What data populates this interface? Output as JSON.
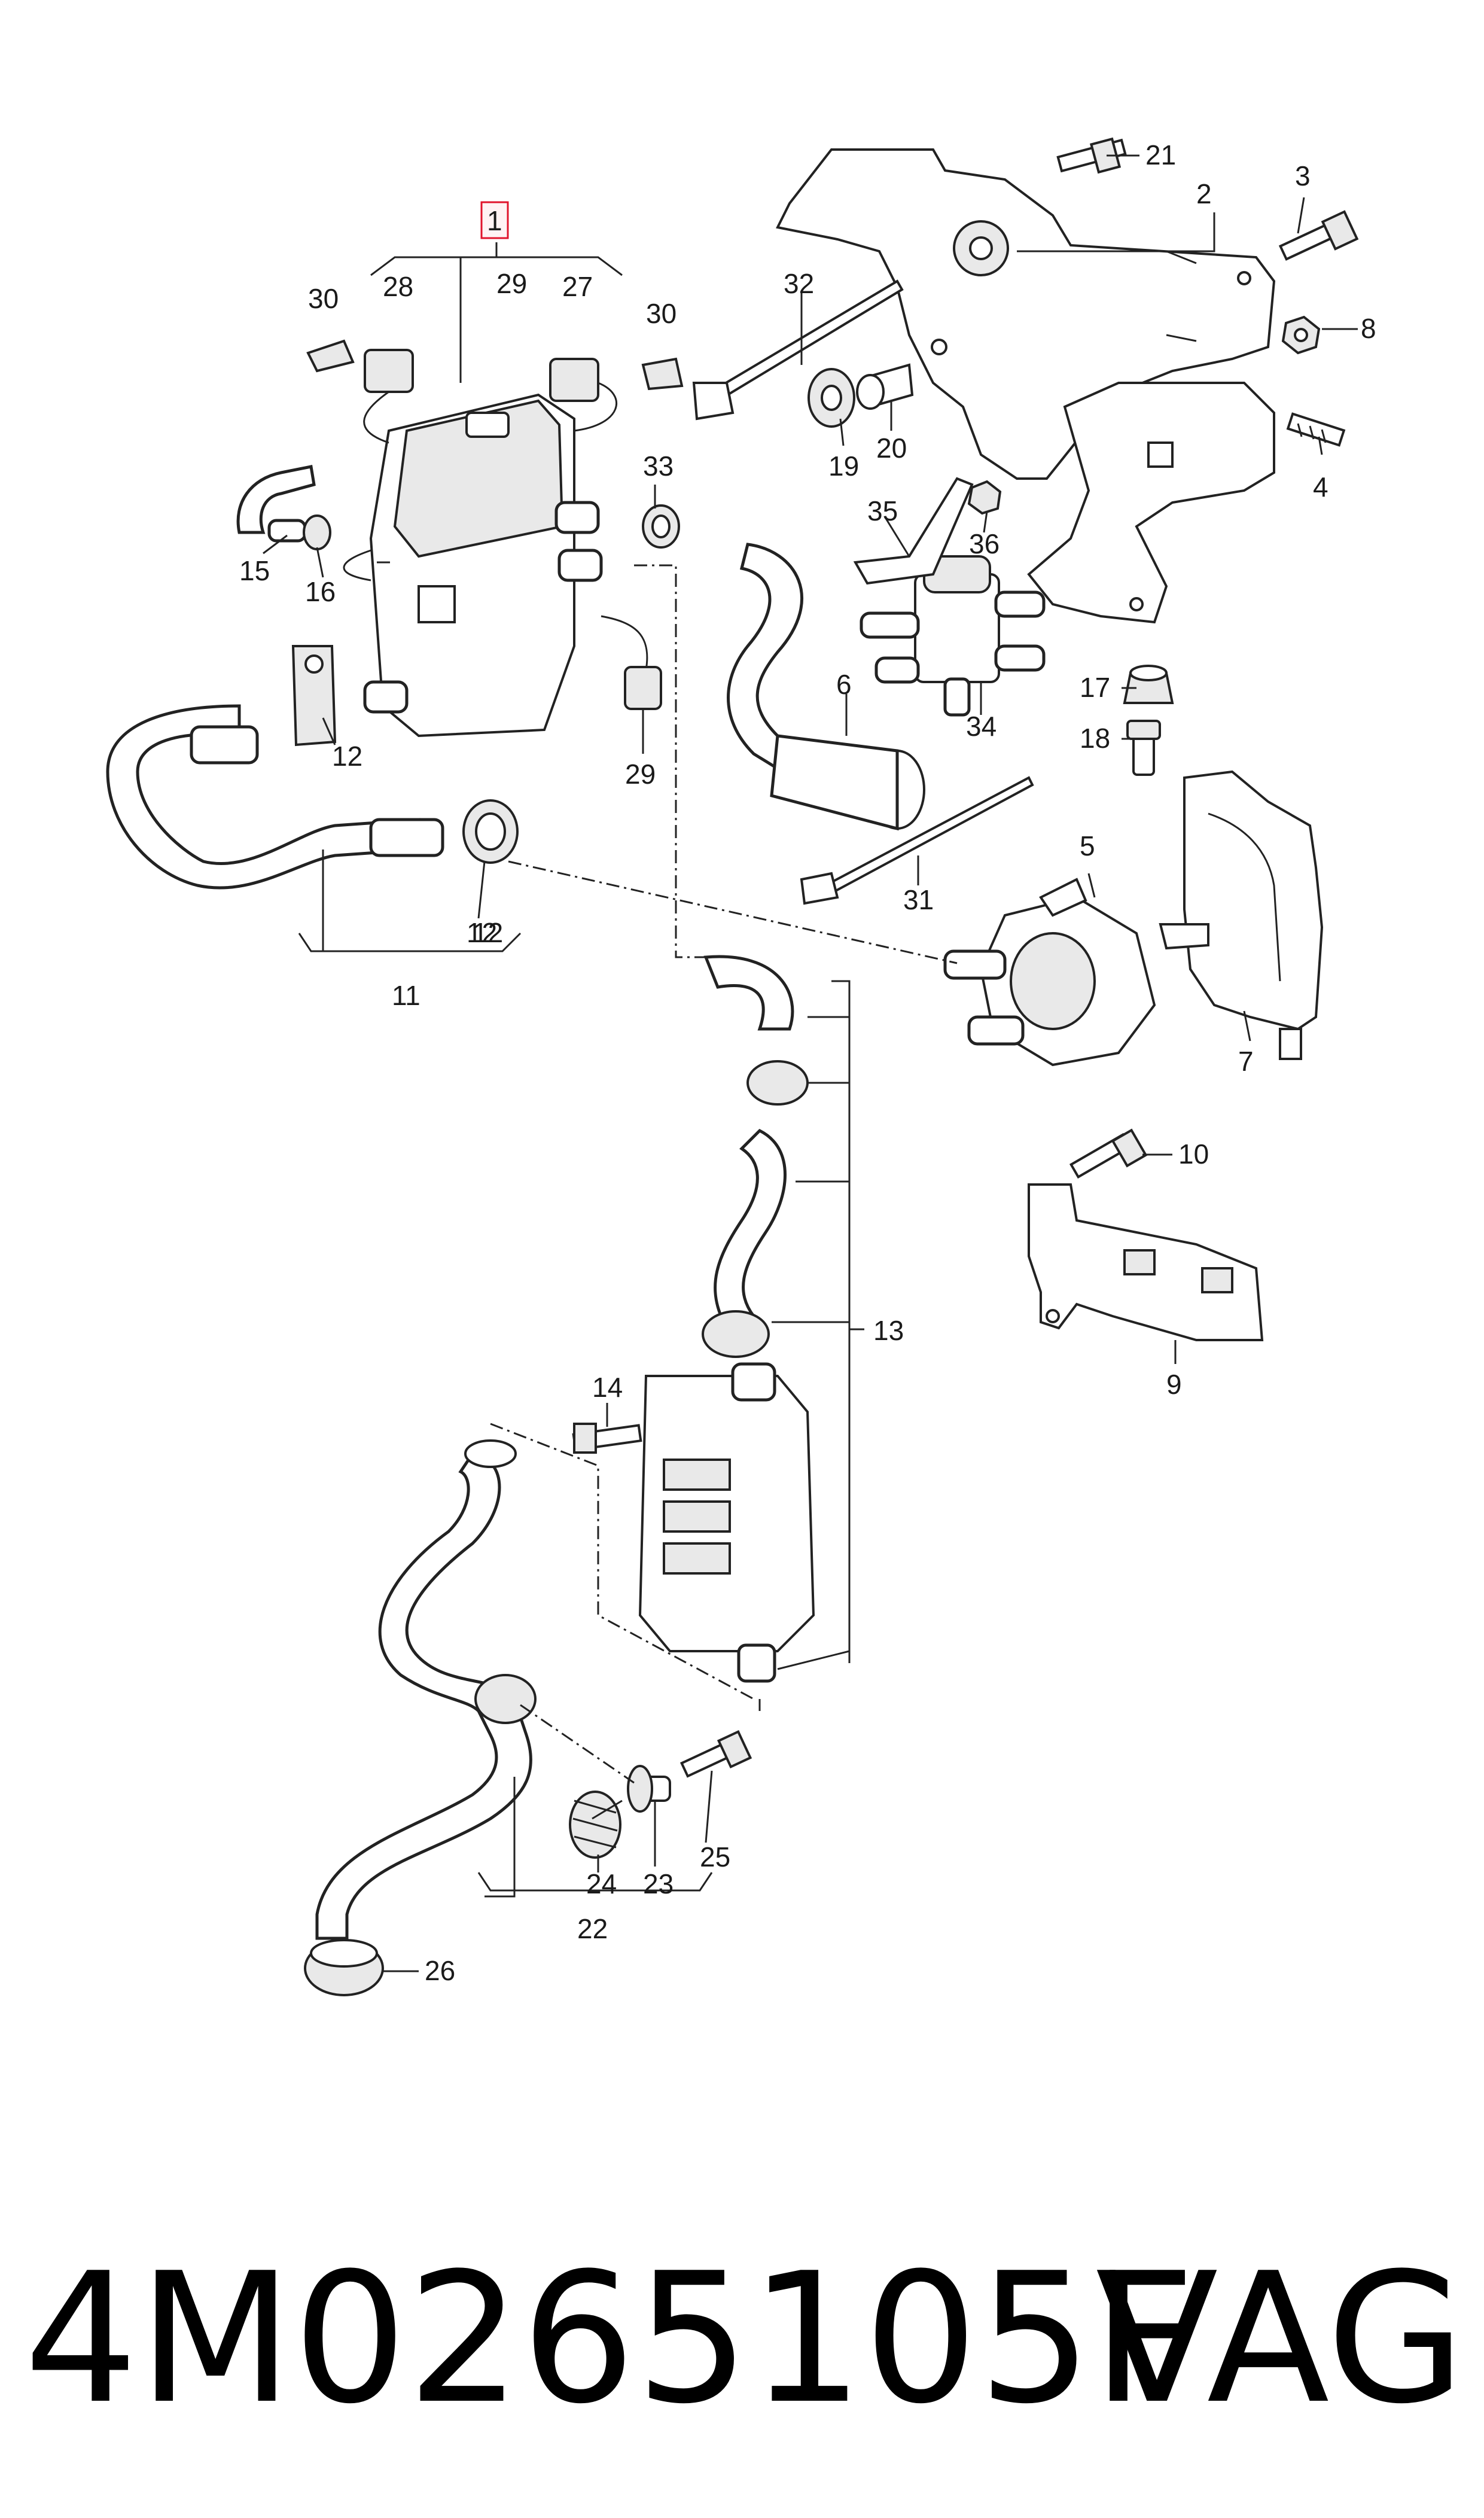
{
  "diagram": {
    "highlight_color": "#e0142c",
    "labels": {
      "p1": "1",
      "p2": "2",
      "p3": "3",
      "p4": "4",
      "p5": "5",
      "p6": "6",
      "p7": "7",
      "p8": "8",
      "p9": "9",
      "p10": "10",
      "p11": "11",
      "p12a": "12",
      "p12b": "12",
      "p12c": "12",
      "p13": "13",
      "p14": "14",
      "p15": "15",
      "p16": "16",
      "p17": "17",
      "p18": "18",
      "p19": "19",
      "p20": "20",
      "p21": "21",
      "p22": "22",
      "p23": "23",
      "p24": "24",
      "p25": "25",
      "p26": "26",
      "p27": "27",
      "p28": "28",
      "p29a": "29",
      "p29b": "29",
      "p30a": "30",
      "p30b": "30",
      "p31": "31",
      "p32": "32",
      "p33": "33",
      "p34": "34",
      "p35": "35",
      "p36": "36"
    }
  },
  "caption": {
    "part_number": "4M0265105F",
    "brand": "VAG"
  }
}
